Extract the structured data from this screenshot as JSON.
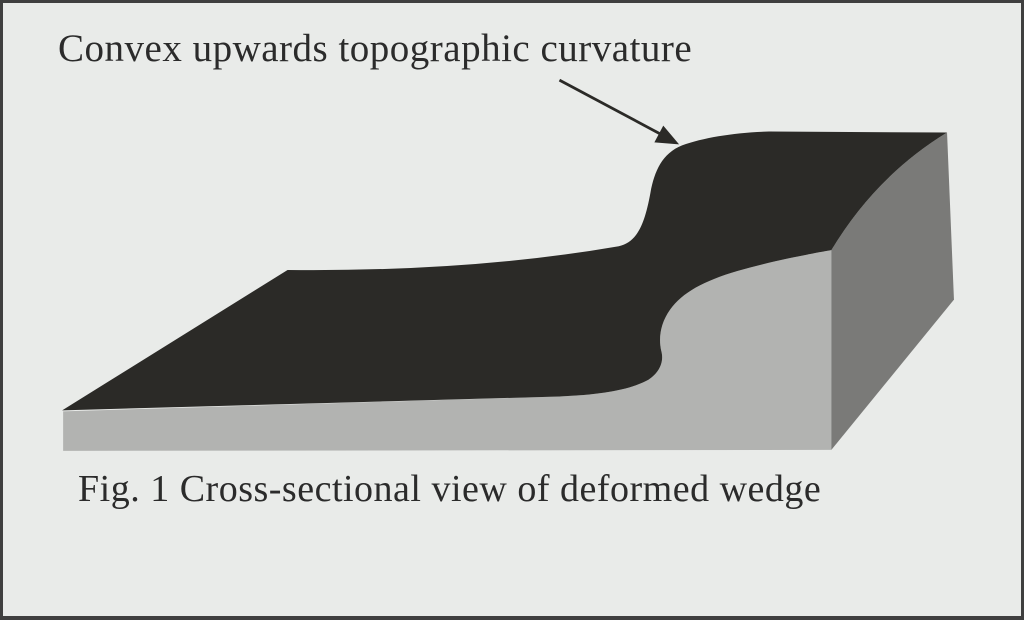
{
  "figure": {
    "annotation_label": "Convex upwards topographic curvature",
    "caption": "Fig. 1 Cross-sectional view of deformed wedge"
  },
  "diagram": {
    "type": "3d-block-diagram",
    "subject": "deformed wedge"
  },
  "colors": {
    "background": "#e9ebe9",
    "frame_border": "#3f3f3f",
    "top_surface": "#2b2a27",
    "front_face": "#b2b3b1",
    "side_face": "#7a7a78",
    "arrow": "#2b2a27",
    "text": "#2b2b2b"
  }
}
